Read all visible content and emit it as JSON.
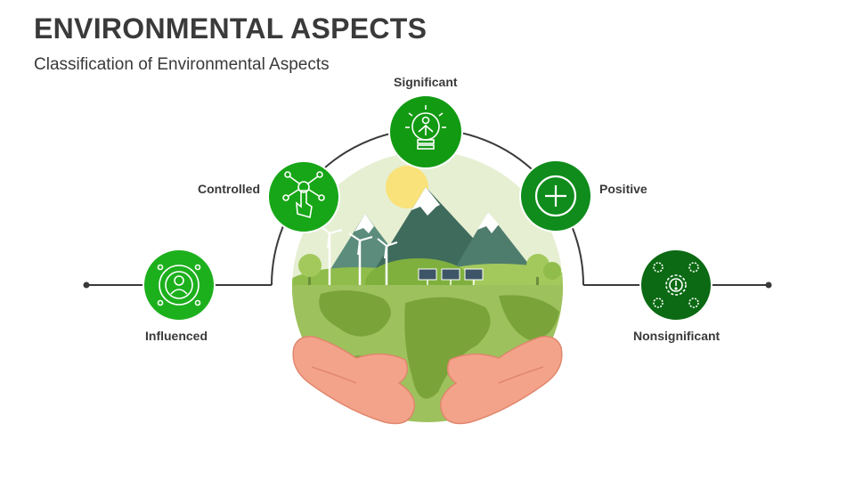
{
  "header": {
    "title": "ENVIRONMENTAL ASPECTS",
    "subtitle": "Classification of Environmental Aspects"
  },
  "aspects": [
    {
      "label": "Influenced",
      "icon": "people-target-icon",
      "color": "#1db01d"
    },
    {
      "label": "Controlled",
      "icon": "hand-network-icon",
      "color": "#17a617"
    },
    {
      "label": "Significant",
      "icon": "lightbulb-person-icon",
      "color": "#129a12"
    },
    {
      "label": "Positive",
      "icon": "plus-circle-icon",
      "color": "#0f8c1c"
    },
    {
      "label": "Nonsignificant",
      "icon": "gears-alert-icon",
      "color": "#0b6a13"
    }
  ],
  "colors": {
    "line": "#3a3a3a",
    "globe_sky": "#e6efd2",
    "globe_land": "#9dc15d",
    "continents": "#7aa33a",
    "mountain": "#3f6b5c",
    "hands": "#f4a38b"
  }
}
